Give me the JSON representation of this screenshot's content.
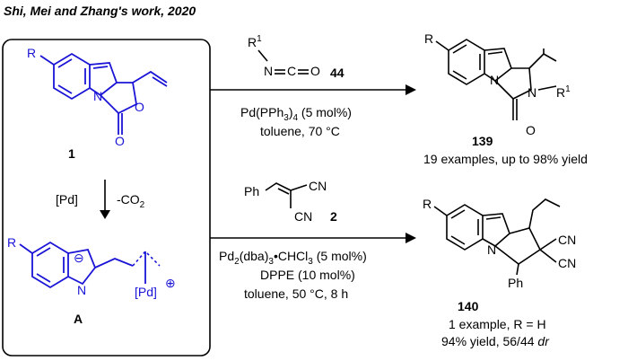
{
  "header": {
    "title": "Shi, Mei and Zhang's work, 2020"
  },
  "box": {
    "substituent": "R",
    "compound1_label": "1",
    "carbonyl_o": "O",
    "ring_o": "O",
    "ring_n": "N",
    "step_reagent": "[Pd]",
    "step_loss": "-CO",
    "step_loss_sub": "2",
    "intermediate_label": "A",
    "intermediate_n": "N",
    "intermediate_pd": "[Pd]",
    "minus_sign": "⊖",
    "plus_sign": "⊕"
  },
  "reaction_top": {
    "reagent_r": "R",
    "reagent_r_sup": "1",
    "reagent_n": "N",
    "reagent_c": "C",
    "reagent_o": "O",
    "reagent_label": "44",
    "cond1_a": "Pd(PPh",
    "cond1_sub": "3",
    "cond1_b": ")",
    "cond1_sub2": "4",
    "cond1_c": " (5 mol%)",
    "cond2": "toluene, 70 °C",
    "product_r": "R",
    "product_n1": "N",
    "product_n2": "N",
    "product_r1": "R",
    "product_r1_sup": "1",
    "product_o": "O",
    "product_label": "139",
    "product_note": "19 examples, up to 98% yield"
  },
  "reaction_bottom": {
    "reagent_ph": "Ph",
    "reagent_cn1": "CN",
    "reagent_cn2": "CN",
    "reagent_label": "2",
    "cond1_a": "Pd",
    "cond1_sub": "2",
    "cond1_b": "(dba)",
    "cond1_sub2": "3",
    "cond1_c": "•CHCl",
    "cond1_sub3": "3",
    "cond1_d": " (5 mol%)",
    "cond2": "DPPE (10 mol%)",
    "cond3": "toluene, 50 °C, 8 h",
    "product_r": "R",
    "product_n": "N",
    "product_cn1": "CN",
    "product_cn2": "CN",
    "product_ph": "Ph",
    "product_label": "140",
    "product_note1": "1 example, R = H",
    "product_note2_a": "94% yield, 56/44 ",
    "product_note2_b": "dr"
  }
}
